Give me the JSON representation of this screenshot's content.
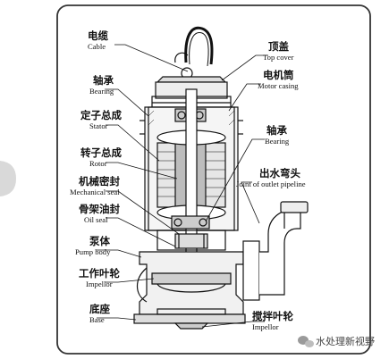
{
  "labels": {
    "cable": {
      "zh": "电缆",
      "en": "Cable"
    },
    "top_cover": {
      "zh": "顶盖",
      "en": "Top cover"
    },
    "bearing_left": {
      "zh": "轴承",
      "en": "Bearing"
    },
    "motor_casing": {
      "zh": "电机筒",
      "en": "Motor casing"
    },
    "stator": {
      "zh": "定子总成",
      "en": "Stator"
    },
    "bearing_right": {
      "zh": "轴承",
      "en": "Bearing"
    },
    "rotor": {
      "zh": "转子总成",
      "en": "Rotor"
    },
    "outlet_pipeline": {
      "zh": "出水弯头",
      "en": "Joint of outlet pipeline"
    },
    "mechanical_seal": {
      "zh": "机械密封",
      "en": "Mechanical seal"
    },
    "oil_seal": {
      "zh": "骨架油封",
      "en": "Oil seal"
    },
    "pump_body": {
      "zh": "泵体",
      "en": "Pump body"
    },
    "impeller": {
      "zh": "工作叶轮",
      "en": "Impellor"
    },
    "base": {
      "zh": "底座",
      "en": "Base"
    },
    "agitator": {
      "zh": "搅拌叶轮",
      "en": "Impellor"
    }
  },
  "watermark": "水处理新视野",
  "colors": {
    "ink": "#111111",
    "frame": "#333333",
    "watermark_icon": "#9a9a9a"
  },
  "icons": {
    "watermark_icon": "wechat-icon",
    "left_tab": "nav-tab-icon"
  }
}
